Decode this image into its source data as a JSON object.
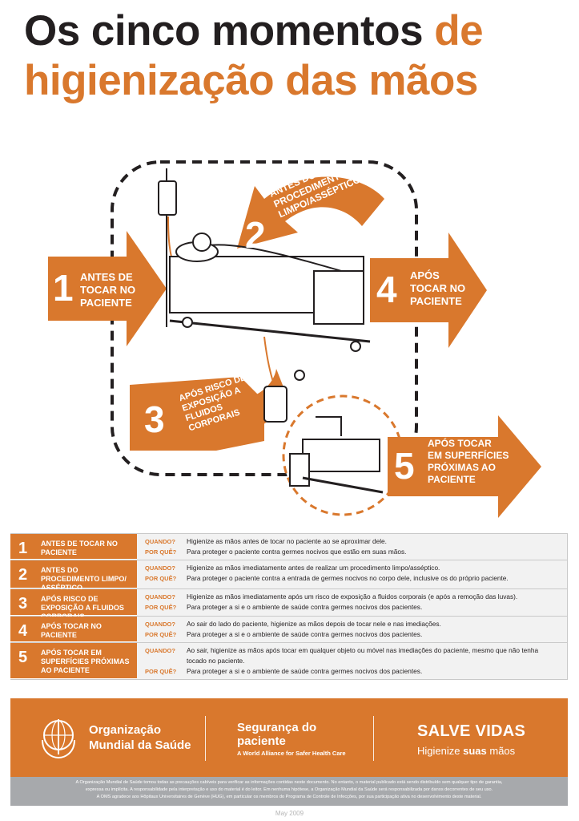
{
  "title": {
    "line1_dark": "Os cinco momentos",
    "line1_orange": "de",
    "line2": "higienização das mãos"
  },
  "moments": [
    {
      "num": "1",
      "label_lines": [
        "ANTES DE",
        "TOCAR NO",
        "PACIENTE"
      ]
    },
    {
      "num": "2",
      "label_lines": [
        "ANTES DO",
        "PROCEDIMENTO",
        "LIMPO/ASSÉPTICO"
      ]
    },
    {
      "num": "3",
      "label_lines": [
        "APÓS RISCO DE",
        "EXPOSIÇÃO A",
        "FLUIDOS",
        "CORPORAIS"
      ]
    },
    {
      "num": "4",
      "label_lines": [
        "APÓS",
        "TOCAR NO",
        "PACIENTE"
      ]
    },
    {
      "num": "5",
      "label_lines": [
        "APÓS TOCAR",
        "EM SUPERFÍCIES",
        "PRÓXIMAS AO",
        "PACIENTE"
      ]
    }
  ],
  "table": {
    "when_label": "QUANDO?",
    "why_label": "POR QUÊ?",
    "rows": [
      {
        "num": "1",
        "label": "ANTES DE TOCAR NO PACIENTE",
        "when": "Higienize as mãos antes de tocar no paciente ao se aproximar dele.",
        "why": "Para proteger o paciente contra germes nocivos que estão em suas mãos."
      },
      {
        "num": "2",
        "label": "ANTES DO PROCEDIMENTO LIMPO/ ASSÉPTICO",
        "when": "Higienize as mãos imediatamente antes de realizar um procedimento limpo/asséptico.",
        "why": "Para proteger o paciente contra a entrada de germes nocivos no corpo dele, inclusive os do próprio paciente."
      },
      {
        "num": "3",
        "label": "APÓS RISCO DE EXPOSIÇÃO A FLUIDOS CORPORAIS",
        "when": "Higienize as mãos imediatamente após um risco de exposição a fluidos corporais (e após a remoção das luvas).",
        "why": "Para proteger a si e o ambiente de saúde contra germes nocivos dos pacientes."
      },
      {
        "num": "4",
        "label": "APÓS TOCAR NO PACIENTE",
        "when": "Ao sair do lado do paciente, higienize as mãos depois de tocar nele e nas imediações.",
        "why": "Para proteger a si e o ambiente de saúde contra germes nocivos dos pacientes."
      },
      {
        "num": "5",
        "label": "APÓS TOCAR EM SUPERFÍCIES PRÓXIMAS AO PACIENTE",
        "when": "Ao sair, higienize as mãos após tocar em qualquer objeto ou móvel nas imediações do paciente, mesmo que não tenha tocado no paciente.",
        "why": "Para proteger a si e o ambiente de saúde contra germes nocivos dos pacientes."
      }
    ]
  },
  "footer": {
    "org_line1": "Organização",
    "org_line2": "Mundial da Saúde",
    "safety_line1": "Segurança do",
    "safety_line2": "paciente",
    "safety_sub": "A World Alliance for Safer Health Care",
    "save_title": "SALVE VIDAS",
    "save_sub_a": "Higienize",
    "save_sub_b": "suas",
    "save_sub_c": "mãos"
  },
  "disclaimer": {
    "line1": "A Organização Mundial de Saúde tomou todas as precauções cabíveis para verificar as informações contidas neste documento. No entanto, o material publicado está sendo distribuído sem qualquer tipo de garantia,",
    "line2": "expressa ou implícita. A responsabilidade pela interpretação e uso do material é do leitor. Em nenhuma hipótese, a Organização Mundial da Saúde será responsabilizada por danos decorrentes de seu uso.",
    "line3": "A OMS agradece aos Hôpitaux Universitaires de Genève (HUG), em particular os membros do Programa de Controle de Infecções, por sua participação ativa no desenvolvimento deste material."
  },
  "date": "May 2009",
  "colors": {
    "accent": "#d9782d",
    "dark": "#231f20",
    "gray": "#a7a9ac"
  }
}
